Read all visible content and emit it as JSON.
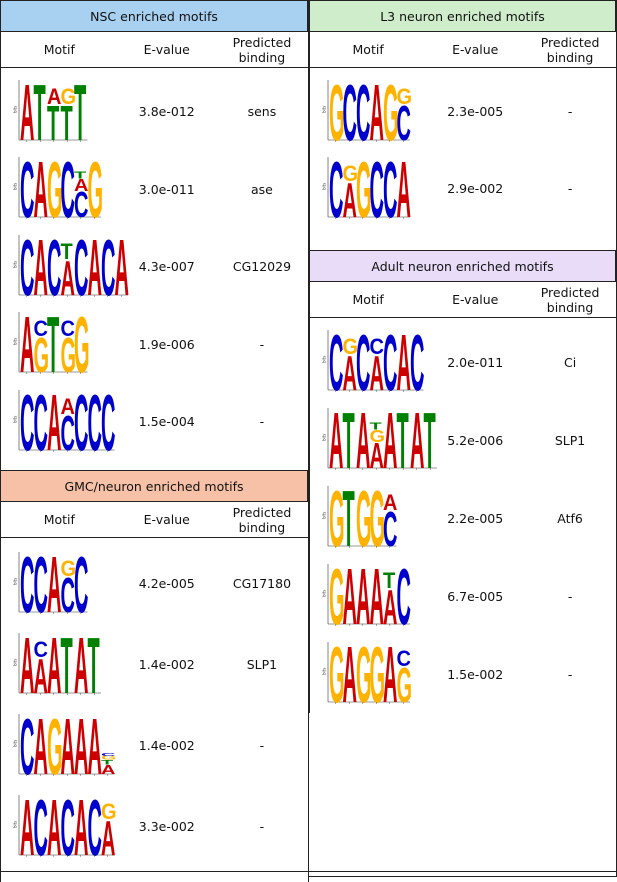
{
  "nsc": {
    "title": "NSC enriched motifs",
    "headers": {
      "motif": "Motif",
      "evalue": "E-value",
      "binding": "Predicted binding"
    },
    "rows": [
      {
        "letters": [
          [
            "A"
          ],
          [
            "T"
          ],
          [
            "T",
            "A"
          ],
          [
            "T",
            "G"
          ],
          [
            "T"
          ]
        ],
        "evalue": "3.8e-012",
        "binding": "sens"
      },
      {
        "letters": [
          [
            "C"
          ],
          [
            "A"
          ],
          [
            "G"
          ],
          [
            "C"
          ],
          [
            "C",
            "A",
            "T"
          ],
          [
            "G"
          ]
        ],
        "evalue": "3.0e-011",
        "binding": "ase"
      },
      {
        "letters": [
          [
            "C"
          ],
          [
            "A"
          ],
          [
            "C"
          ],
          [
            "A",
            "T"
          ],
          [
            "C"
          ],
          [
            "A"
          ],
          [
            "C"
          ],
          [
            "A"
          ]
        ],
        "evalue": "4.3e-007",
        "binding": "CG12029"
      },
      {
        "letters": [
          [
            "A"
          ],
          [
            "G",
            "C"
          ],
          [
            "T"
          ],
          [
            "G",
            "C"
          ],
          [
            "G"
          ]
        ],
        "evalue": "1.9e-006",
        "binding": "-"
      },
      {
        "letters": [
          [
            "C"
          ],
          [
            "C"
          ],
          [
            "A"
          ],
          [
            "C",
            "A"
          ],
          [
            "C"
          ],
          [
            "C"
          ],
          [
            "C"
          ]
        ],
        "evalue": "1.5e-004",
        "binding": "-"
      }
    ]
  },
  "gmc": {
    "title": "GMC/neuron enriched motifs",
    "headers": {
      "motif": "Motif",
      "evalue": "E-value",
      "binding": "Predicted binding"
    },
    "rows": [
      {
        "letters": [
          [
            "C"
          ],
          [
            "C"
          ],
          [
            "A"
          ],
          [
            "C",
            "G"
          ],
          [
            "C"
          ]
        ],
        "evalue": "4.2e-005",
        "binding": "CG17180"
      },
      {
        "letters": [
          [
            "A"
          ],
          [
            "A",
            "C"
          ],
          [
            "A"
          ],
          [
            "T"
          ],
          [
            "A"
          ],
          [
            "T"
          ]
        ],
        "evalue": "1.4e-002",
        "binding": "SLP1"
      },
      {
        "letters": [
          [
            "C"
          ],
          [
            "A"
          ],
          [
            "G"
          ],
          [
            "A"
          ],
          [
            "A"
          ],
          [
            "A"
          ],
          [
            "A",
            "T",
            "G",
            "C"
          ]
        ],
        "evalue": "1.4e-002",
        "binding": "-"
      },
      {
        "letters": [
          [
            "A"
          ],
          [
            "C"
          ],
          [
            "A"
          ],
          [
            "C"
          ],
          [
            "A"
          ],
          [
            "C"
          ],
          [
            "A",
            "G"
          ]
        ],
        "evalue": "3.3e-002",
        "binding": "-"
      }
    ]
  },
  "l3": {
    "title": "L3 neuron enriched motifs",
    "headers": {
      "motif": "Motif",
      "evalue": "E-value",
      "binding": "Predicted binding"
    },
    "rows": [
      {
        "letters": [
          [
            "G"
          ],
          [
            "C"
          ],
          [
            "C"
          ],
          [
            "A"
          ],
          [
            "G"
          ],
          [
            "C",
            "G"
          ]
        ],
        "evalue": "2.3e-005",
        "binding": "-"
      },
      {
        "letters": [
          [
            "C"
          ],
          [
            "A",
            "G"
          ],
          [
            "G"
          ],
          [
            "C"
          ],
          [
            "C"
          ],
          [
            "A"
          ]
        ],
        "evalue": "2.9e-002",
        "binding": "-"
      }
    ]
  },
  "adult": {
    "title": "Adult neuron enriched motifs",
    "headers": {
      "motif": "Motif",
      "evalue": "E-value",
      "binding": "Predicted binding"
    },
    "rows": [
      {
        "letters": [
          [
            "C"
          ],
          [
            "A",
            "G"
          ],
          [
            "C"
          ],
          [
            "A",
            "C"
          ],
          [
            "C"
          ],
          [
            "A"
          ],
          [
            "C"
          ]
        ],
        "evalue": "2.0e-011",
        "binding": "Ci"
      },
      {
        "letters": [
          [
            "A"
          ],
          [
            "T"
          ],
          [
            "A"
          ],
          [
            "A",
            "G",
            "T"
          ],
          [
            "A"
          ],
          [
            "T"
          ],
          [
            "A"
          ],
          [
            "T"
          ]
        ],
        "evalue": "5.2e-006",
        "binding": "SLP1"
      },
      {
        "letters": [
          [
            "G"
          ],
          [
            "T"
          ],
          [
            "G"
          ],
          [
            "G"
          ],
          [
            "C",
            "A"
          ]
        ],
        "evalue": "2.2e-005",
        "binding": "Atf6"
      },
      {
        "letters": [
          [
            "G"
          ],
          [
            "A"
          ],
          [
            "A"
          ],
          [
            "A"
          ],
          [
            "A",
            "T"
          ],
          [
            "C"
          ]
        ],
        "evalue": "6.7e-005",
        "binding": "-"
      },
      {
        "letters": [
          [
            "G"
          ],
          [
            "A"
          ],
          [
            "G"
          ],
          [
            "G"
          ],
          [
            "A"
          ],
          [
            "G",
            "C"
          ]
        ],
        "evalue": "1.5e-002",
        "binding": "-"
      }
    ]
  },
  "axis_label": "bits",
  "colors": {
    "A": "#cc0000",
    "C": "#0000cc",
    "G": "#ffb300",
    "T": "#008000",
    "nsc_bg": "#a8d0f0",
    "gmc_bg": "#f7c1a8",
    "l3_bg": "#cfeccb",
    "adult_bg": "#e8dcf8"
  }
}
